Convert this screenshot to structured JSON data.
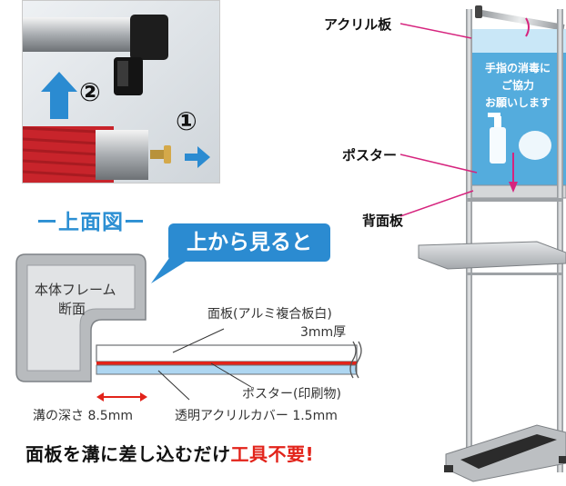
{
  "photo": {
    "step1": "①",
    "step2": "②"
  },
  "section_title": "ー上面図ー",
  "callout": "上から見ると",
  "frame_label_line1": "本体フレーム",
  "frame_label_line2": "断面",
  "panel_label_line1": "面板(アルミ複合板白)",
  "panel_label_line2": "3mm厚",
  "poster_label": "ポスター(印刷物)",
  "groove_label": "溝の深さ 8.5mm",
  "acrylic_cover_label": "透明アクリルカバー 1.5mm",
  "bottom_text": {
    "main": "面板を溝に差し込むだけ",
    "highlight": "工具不要!"
  },
  "stand": {
    "acrylic_label": "アクリル板",
    "poster_label": "ポスター",
    "back_panel_label": "背面板",
    "poster_text_line1": "手指の消毒に",
    "poster_text_line2": "ご協力",
    "poster_text_line3": "お願いします"
  },
  "colors": {
    "accent_blue": "#2b8bd1",
    "highlight_red": "#e2231a",
    "pointer_magenta": "#d6247e",
    "poster_blue": "#2f9ad6"
  }
}
